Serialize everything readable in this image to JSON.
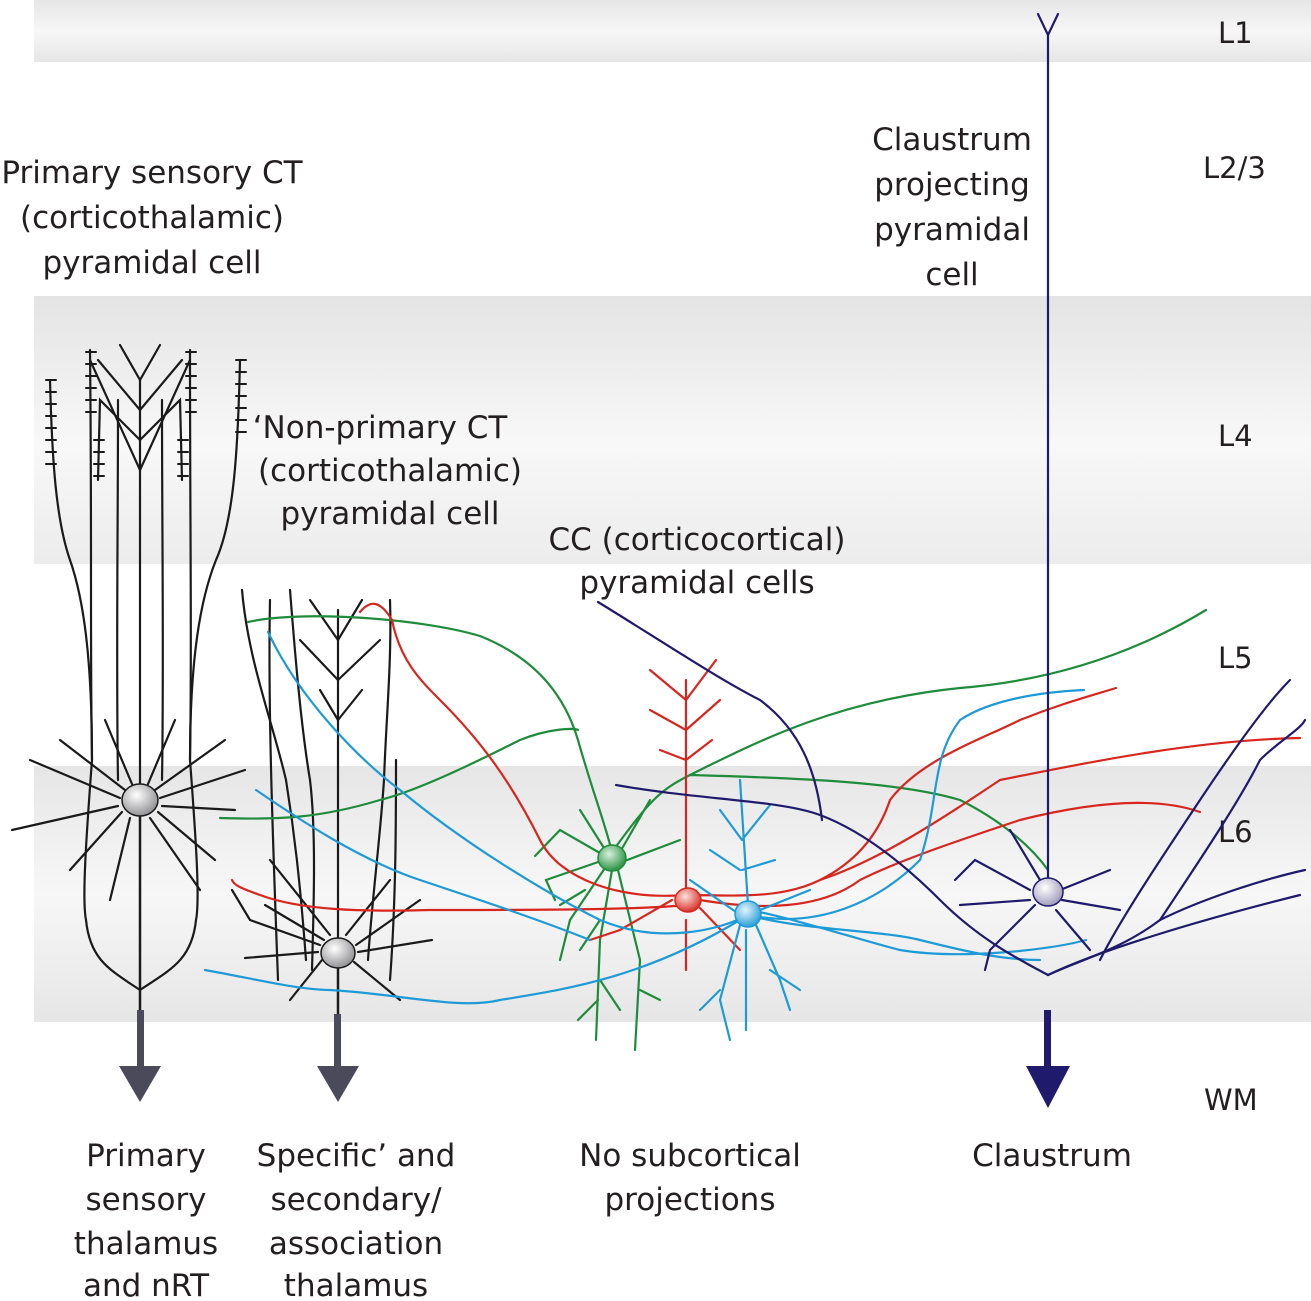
{
  "layers": {
    "l1": "L1",
    "l23": "L2/3",
    "l4": "L4",
    "l5": "L5",
    "l6": "L6",
    "wm": "WM"
  },
  "cells": {
    "primary_ct": [
      "Primary sensory CT",
      "(corticothalamic)",
      "pyramidal cell"
    ],
    "nonprimary_ct": [
      "‘Non-primary CT",
      "(corticothalamic)",
      "pyramidal cell"
    ],
    "cc": [
      "CC (corticocortical)",
      "pyramidal cells"
    ],
    "claustrum_projecting": [
      "Claustrum",
      "projecting",
      "pyramidal",
      "cell"
    ]
  },
  "targets": {
    "primary": [
      "Primary",
      "sensory",
      "thalamus",
      "and nRT"
    ],
    "specific": [
      "Specific’ and",
      "secondary/",
      "association",
      "thalamus"
    ],
    "none": [
      "No subcortical",
      "projections"
    ],
    "claustrum": [
      "Claustrum"
    ]
  },
  "colors": {
    "black_neuron": "#1a1a1a",
    "green_neuron": "#1e8c3a",
    "red_neuron": "#d7261e",
    "blue_neuron": "#1e9ad6",
    "navy_neuron": "#1f1a6b",
    "arrow_gray": "#4a4a5a",
    "band_gray": "#e9e9ea"
  }
}
